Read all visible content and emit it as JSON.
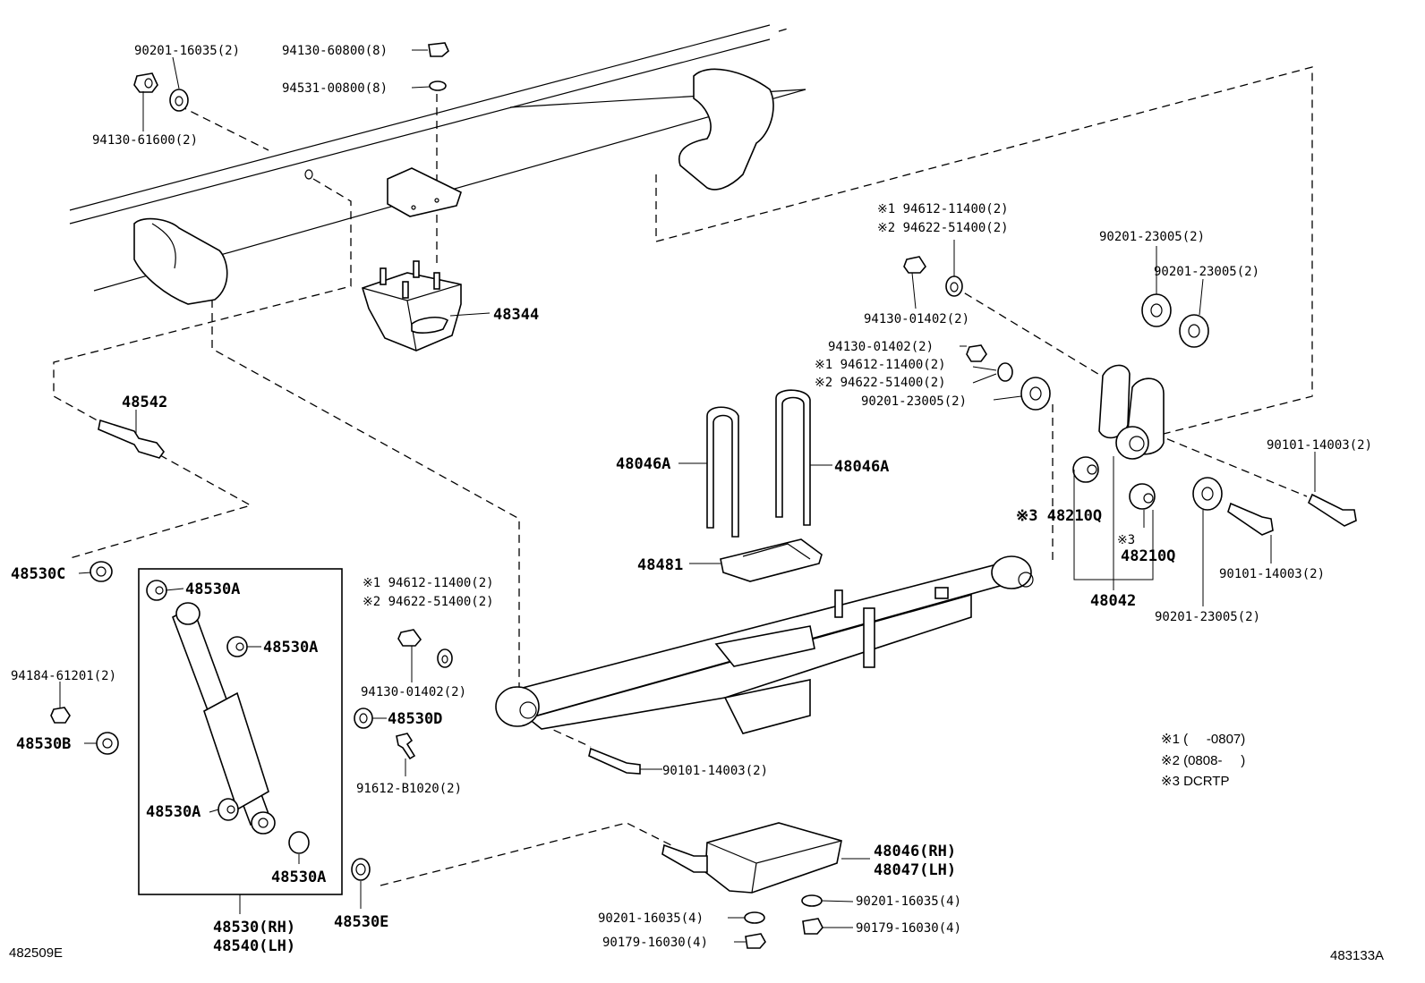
{
  "labels": {
    "p90201_16035_top": "90201-16035(2)",
    "p94130_60800": "94130-60800(8)",
    "p94531_00800": "94531-00800(8)",
    "p94130_61600": "94130-61600(2)",
    "p48344": "48344",
    "p48542": "48542",
    "p48530C": "48530C",
    "p48530A_1": "48530A",
    "p48530A_2": "48530A",
    "p48530A_3": "48530A",
    "p48530A_4": "48530A",
    "p94184_61201": "94184-61201(2)",
    "p48530B": "48530B",
    "p48530_rh": "48530(RH)",
    "p48540_lh": "48540(LH)",
    "p48530E": "48530E",
    "p48530D": "48530D",
    "mid_note1": "※1 94612-11400(2)",
    "mid_note2": "※2 94622-51400(2)",
    "p94130_01402_mid": "94130-01402(2)",
    "p91612_B1020": "91612-B1020(2)",
    "p90101_14003_mid": "90101-14003(2)",
    "p48046A_left": "48046A",
    "p48046A_right": "48046A",
    "p48481": "48481",
    "top_note1": "※1 94612-11400(2)",
    "top_note2": "※2 94622-51400(2)",
    "p94130_01402_top": "94130-01402(2)",
    "p94130_01402_r": "94130-01402(2)",
    "r_note1": "※1 94612-11400(2)",
    "r_note2": "※2 94622-51400(2)",
    "p90201_23005_r": "90201-23005(2)",
    "p90201_23005_a": "90201-23005(2)",
    "p90201_23005_b": "90201-23005(2)",
    "p90201_23005_c": "90201-23005(2)",
    "p90101_14003_a": "90101-14003(2)",
    "p90101_14003_b": "90101-14003(2)",
    "p48210Q_a": "※3 48210Q",
    "p48210Q_b_mark": "※3",
    "p48210Q_b": "48210Q",
    "p48042": "48042",
    "p48046_rh": "48046(RH)",
    "p48047_lh": "48047(LH)",
    "p90201_16035_bl": "90201-16035(4)",
    "p90179_16030_bl": "90179-16030(4)",
    "p90201_16035_br": "90201-16035(4)",
    "p90179_16030_br": "90179-16030(4)"
  },
  "legend": {
    "note1": "※1 (     -0807)",
    "note2": "※2 (0808-     )",
    "note3": "※3 DCRTP"
  },
  "footer": {
    "left_code": "482509E",
    "right_code": "483133A"
  }
}
